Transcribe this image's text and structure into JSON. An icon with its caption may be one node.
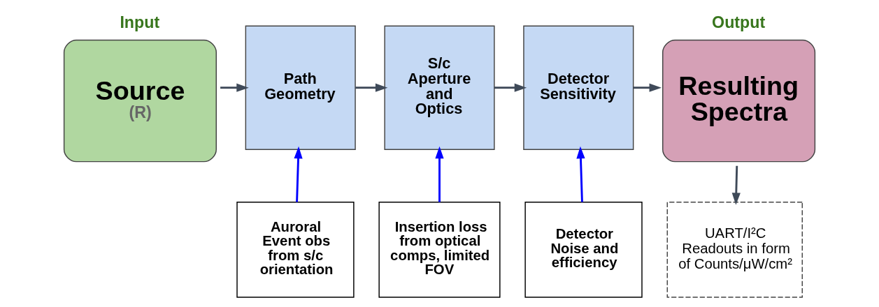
{
  "diagram": {
    "nodes": [
      {
        "text": [
          "Input",
          "Source",
          "(R)"
        ]
      },
      {
        "text": [
          "Path Geometry"
        ]
      },
      {
        "text": [
          "S/c Aperture and Optics"
        ]
      },
      {
        "text": [
          "Detector Sensitivity"
        ]
      },
      {
        "text": [
          "Output",
          "Resulting Spectra"
        ]
      },
      {
        "text": [
          "Auroral Event obs from s/c orientation"
        ]
      },
      {
        "text": [
          "Insertion loss from optical comps, limited FOV"
        ]
      },
      {
        "text": [
          "Detector Noise and efficiency"
        ]
      },
      {
        "text": [
          "UART/I²C Readouts in form of Counts/μW/cm²"
        ]
      }
    ],
    "edges": [
      {
        "from": 0,
        "to": 1,
        "arrow": "to"
      },
      {
        "from": 1,
        "to": 2,
        "arrow": "to"
      },
      {
        "from": 2,
        "to": 3,
        "arrow": "to"
      },
      {
        "from": 3,
        "to": 4,
        "arrow": "to"
      },
      {
        "from": 5,
        "to": 1,
        "arrow": "to",
        "color": "#0000ff"
      },
      {
        "from": 6,
        "to": 2,
        "arrow": "to",
        "color": "#0000ff"
      },
      {
        "from": 7,
        "to": 3,
        "arrow": "to",
        "color": "#0000ff"
      },
      {
        "from": 4,
        "to": 8,
        "arrow": "to"
      }
    ]
  }
}
